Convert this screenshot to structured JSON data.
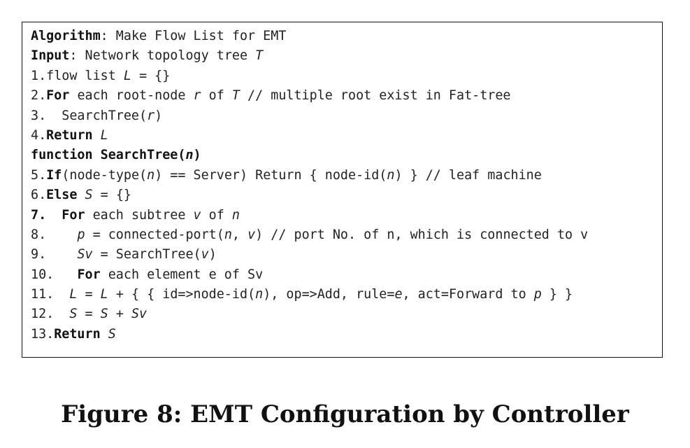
{
  "algorithm": {
    "lines": [
      [
        {
          "t": "Algorithm",
          "s": "b"
        },
        {
          "t": ": Make Flow List for EMT"
        }
      ],
      [
        {
          "t": "Input",
          "s": "b"
        },
        {
          "t": ": Network topology tree "
        },
        {
          "t": "T",
          "s": "i"
        }
      ],
      [
        {
          "t": "1.flow list "
        },
        {
          "t": "L",
          "s": "i"
        },
        {
          "t": " = {}"
        }
      ],
      [
        {
          "t": "2."
        },
        {
          "t": "For",
          "s": "b"
        },
        {
          "t": " each root-node "
        },
        {
          "t": "r",
          "s": "i"
        },
        {
          "t": " of "
        },
        {
          "t": "T",
          "s": "i"
        },
        {
          "t": " // multiple root exist in Fat-tree"
        }
      ],
      [
        {
          "t": "3.  SearchTree("
        },
        {
          "t": "r",
          "s": "i"
        },
        {
          "t": ")"
        }
      ],
      [
        {
          "t": "4."
        },
        {
          "t": "Return",
          "s": "b"
        },
        {
          "t": " "
        },
        {
          "t": "L",
          "s": "i"
        }
      ],
      [
        {
          "t": "function SearchTree(",
          "s": "b"
        },
        {
          "t": "n",
          "s": "bi"
        },
        {
          "t": ")",
          "s": "b"
        }
      ],
      [
        {
          "t": "5."
        },
        {
          "t": "If",
          "s": "b"
        },
        {
          "t": "(node-type("
        },
        {
          "t": "n",
          "s": "i"
        },
        {
          "t": ") == Server) Return { node-id("
        },
        {
          "t": "n",
          "s": "i"
        },
        {
          "t": ") } // leaf machine"
        }
      ],
      [
        {
          "t": "6."
        },
        {
          "t": "Else",
          "s": "b"
        },
        {
          "t": " "
        },
        {
          "t": "S",
          "s": "i"
        },
        {
          "t": " = {}"
        }
      ],
      [
        {
          "t": "7.  ",
          "s": "b"
        },
        {
          "t": "For",
          "s": "b"
        },
        {
          "t": " each subtree "
        },
        {
          "t": "v",
          "s": "i"
        },
        {
          "t": " of "
        },
        {
          "t": "n",
          "s": "i"
        }
      ],
      [
        {
          "t": "8.    "
        },
        {
          "t": "p",
          "s": "i"
        },
        {
          "t": " = connected-port("
        },
        {
          "t": "n",
          "s": "i"
        },
        {
          "t": ", "
        },
        {
          "t": "v",
          "s": "i"
        },
        {
          "t": ") // port No. of n, which is connected to v"
        }
      ],
      [
        {
          "t": "9.    "
        },
        {
          "t": "Sv",
          "s": "i"
        },
        {
          "t": " = SearchTree("
        },
        {
          "t": "v",
          "s": "i"
        },
        {
          "t": ")"
        }
      ],
      [
        {
          "t": "10.   "
        },
        {
          "t": "For",
          "s": "b"
        },
        {
          "t": " each element e of Sv"
        }
      ],
      [
        {
          "t": "11.  "
        },
        {
          "t": "L",
          "s": "i"
        },
        {
          "t": " = "
        },
        {
          "t": "L",
          "s": "i"
        },
        {
          "t": " + { { id=>node-id("
        },
        {
          "t": "n",
          "s": "i"
        },
        {
          "t": "), op=>Add, rule="
        },
        {
          "t": "e",
          "s": "i"
        },
        {
          "t": ", act=Forward to "
        },
        {
          "t": "p",
          "s": "i"
        },
        {
          "t": " } }"
        }
      ],
      [
        {
          "t": "12.  "
        },
        {
          "t": "S",
          "s": "i"
        },
        {
          "t": " = "
        },
        {
          "t": "S",
          "s": "i"
        },
        {
          "t": " + "
        },
        {
          "t": "Sv",
          "s": "i"
        }
      ],
      [
        {
          "t": "13."
        },
        {
          "t": "Return",
          "s": "b"
        },
        {
          "t": " "
        },
        {
          "t": "S",
          "s": "i"
        }
      ]
    ]
  },
  "caption": "Figure 8: EMT Configuration by Controller"
}
